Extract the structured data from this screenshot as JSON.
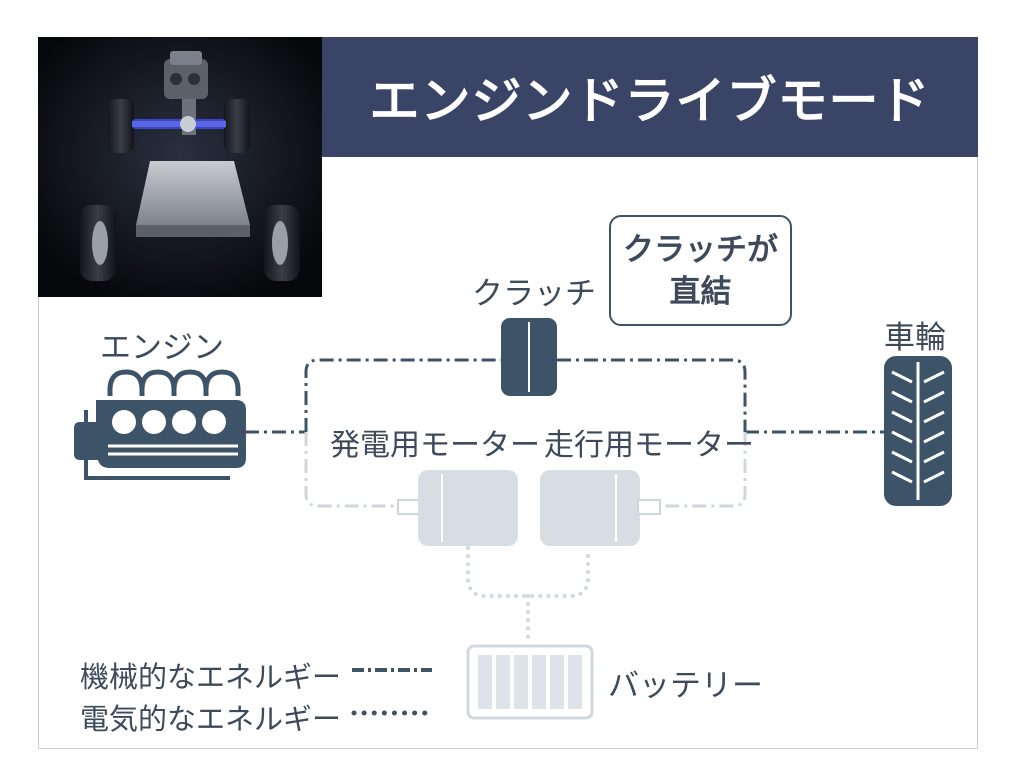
{
  "title": "エンジンドライブモード",
  "callout": "クラッチが\n直結",
  "labels": {
    "engine": "エンジン",
    "clutch": "クラッチ",
    "wheel": "車輪",
    "generator_motor": "発電用モーター",
    "drive_motor": "走行用モーター",
    "battery": "バッテリー"
  },
  "legend": {
    "mechanical": "機械的なエネルギー",
    "electrical": "電気的なエネルギー"
  },
  "colors": {
    "header": "#3a4466",
    "active_component": "#3d5368",
    "inactive_component": "#d3dbe2",
    "text": "#3d4a5c"
  },
  "icons": [
    "engine-icon",
    "clutch-icon",
    "wheel-icon",
    "generator-motor-icon",
    "drive-motor-icon",
    "battery-icon",
    "vehicle-photo"
  ]
}
